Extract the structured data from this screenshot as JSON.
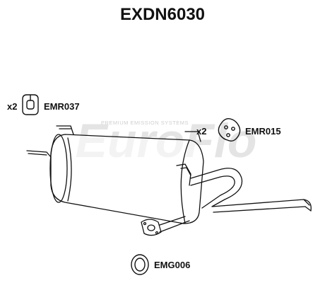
{
  "title": "EXDN6030",
  "watermark": {
    "brand": "EuroFlo",
    "tagline": "PREMIUM EMISSION SYSTEMS"
  },
  "parts": [
    {
      "code": "EMR037",
      "qty": "x2",
      "icon": "rubber-hanger-icon"
    },
    {
      "code": "EMR015",
      "qty": "x2",
      "icon": "rubber-mount-icon"
    },
    {
      "code": "EMG006",
      "qty": "",
      "icon": "gasket-ring-icon"
    }
  ],
  "colors": {
    "line": "#111111",
    "body_fill": "#ffffff",
    "watermark": "#e3e3e3",
    "watermark_accent": "#f3d0b8",
    "text": "#111111"
  }
}
